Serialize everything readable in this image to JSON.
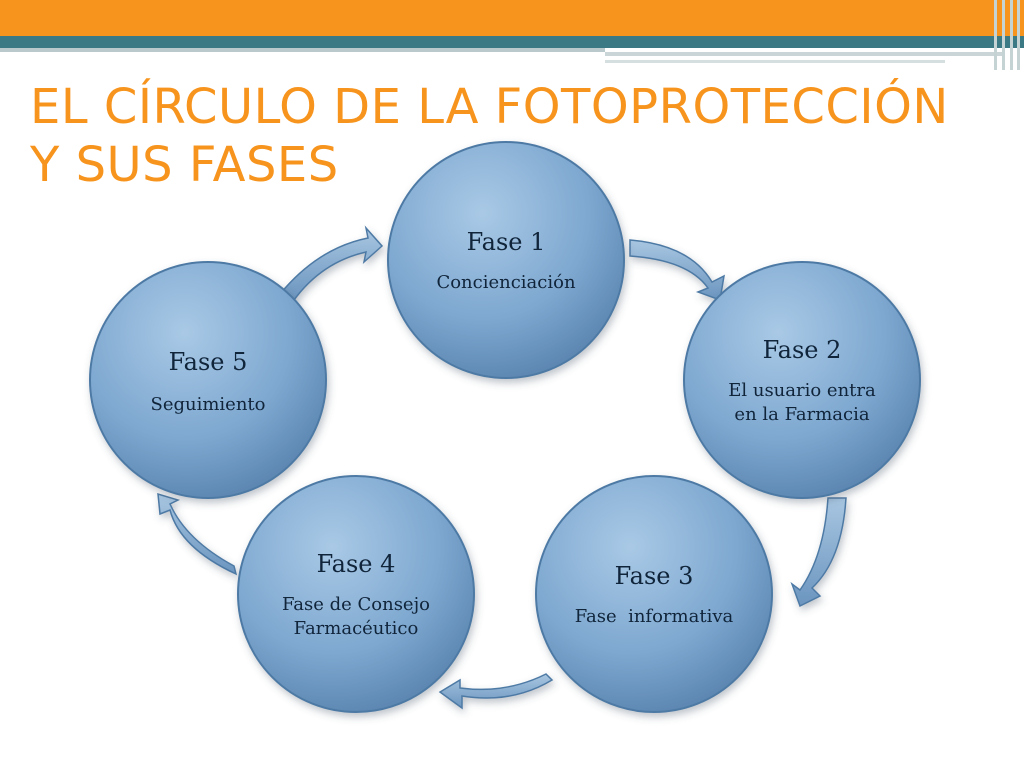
{
  "title": {
    "line1": "EL CÍRCULO DE LA FOTOPROTECCIÓN",
    "line2": "Y SUS FASES"
  },
  "phases": [
    {
      "heading": "Fase 1",
      "lines": [
        "Concienciación"
      ]
    },
    {
      "heading": "Fase 2",
      "lines": [
        "El usuario entra",
        "en la Farmacia"
      ]
    },
    {
      "heading": "Fase 3",
      "lines": [
        "Fase  informativa"
      ]
    },
    {
      "heading": "Fase 4",
      "lines": [
        "Fase de Consejo",
        "Farmacéutico"
      ]
    },
    {
      "heading": "Fase 5",
      "lines": [
        "Seguimiento"
      ]
    }
  ],
  "colors": {
    "accent": "#f7941d",
    "band": "#3b7a85",
    "circle_light": "#9fc2e0",
    "circle_dark": "#5a86b3",
    "text": "#10243a"
  }
}
